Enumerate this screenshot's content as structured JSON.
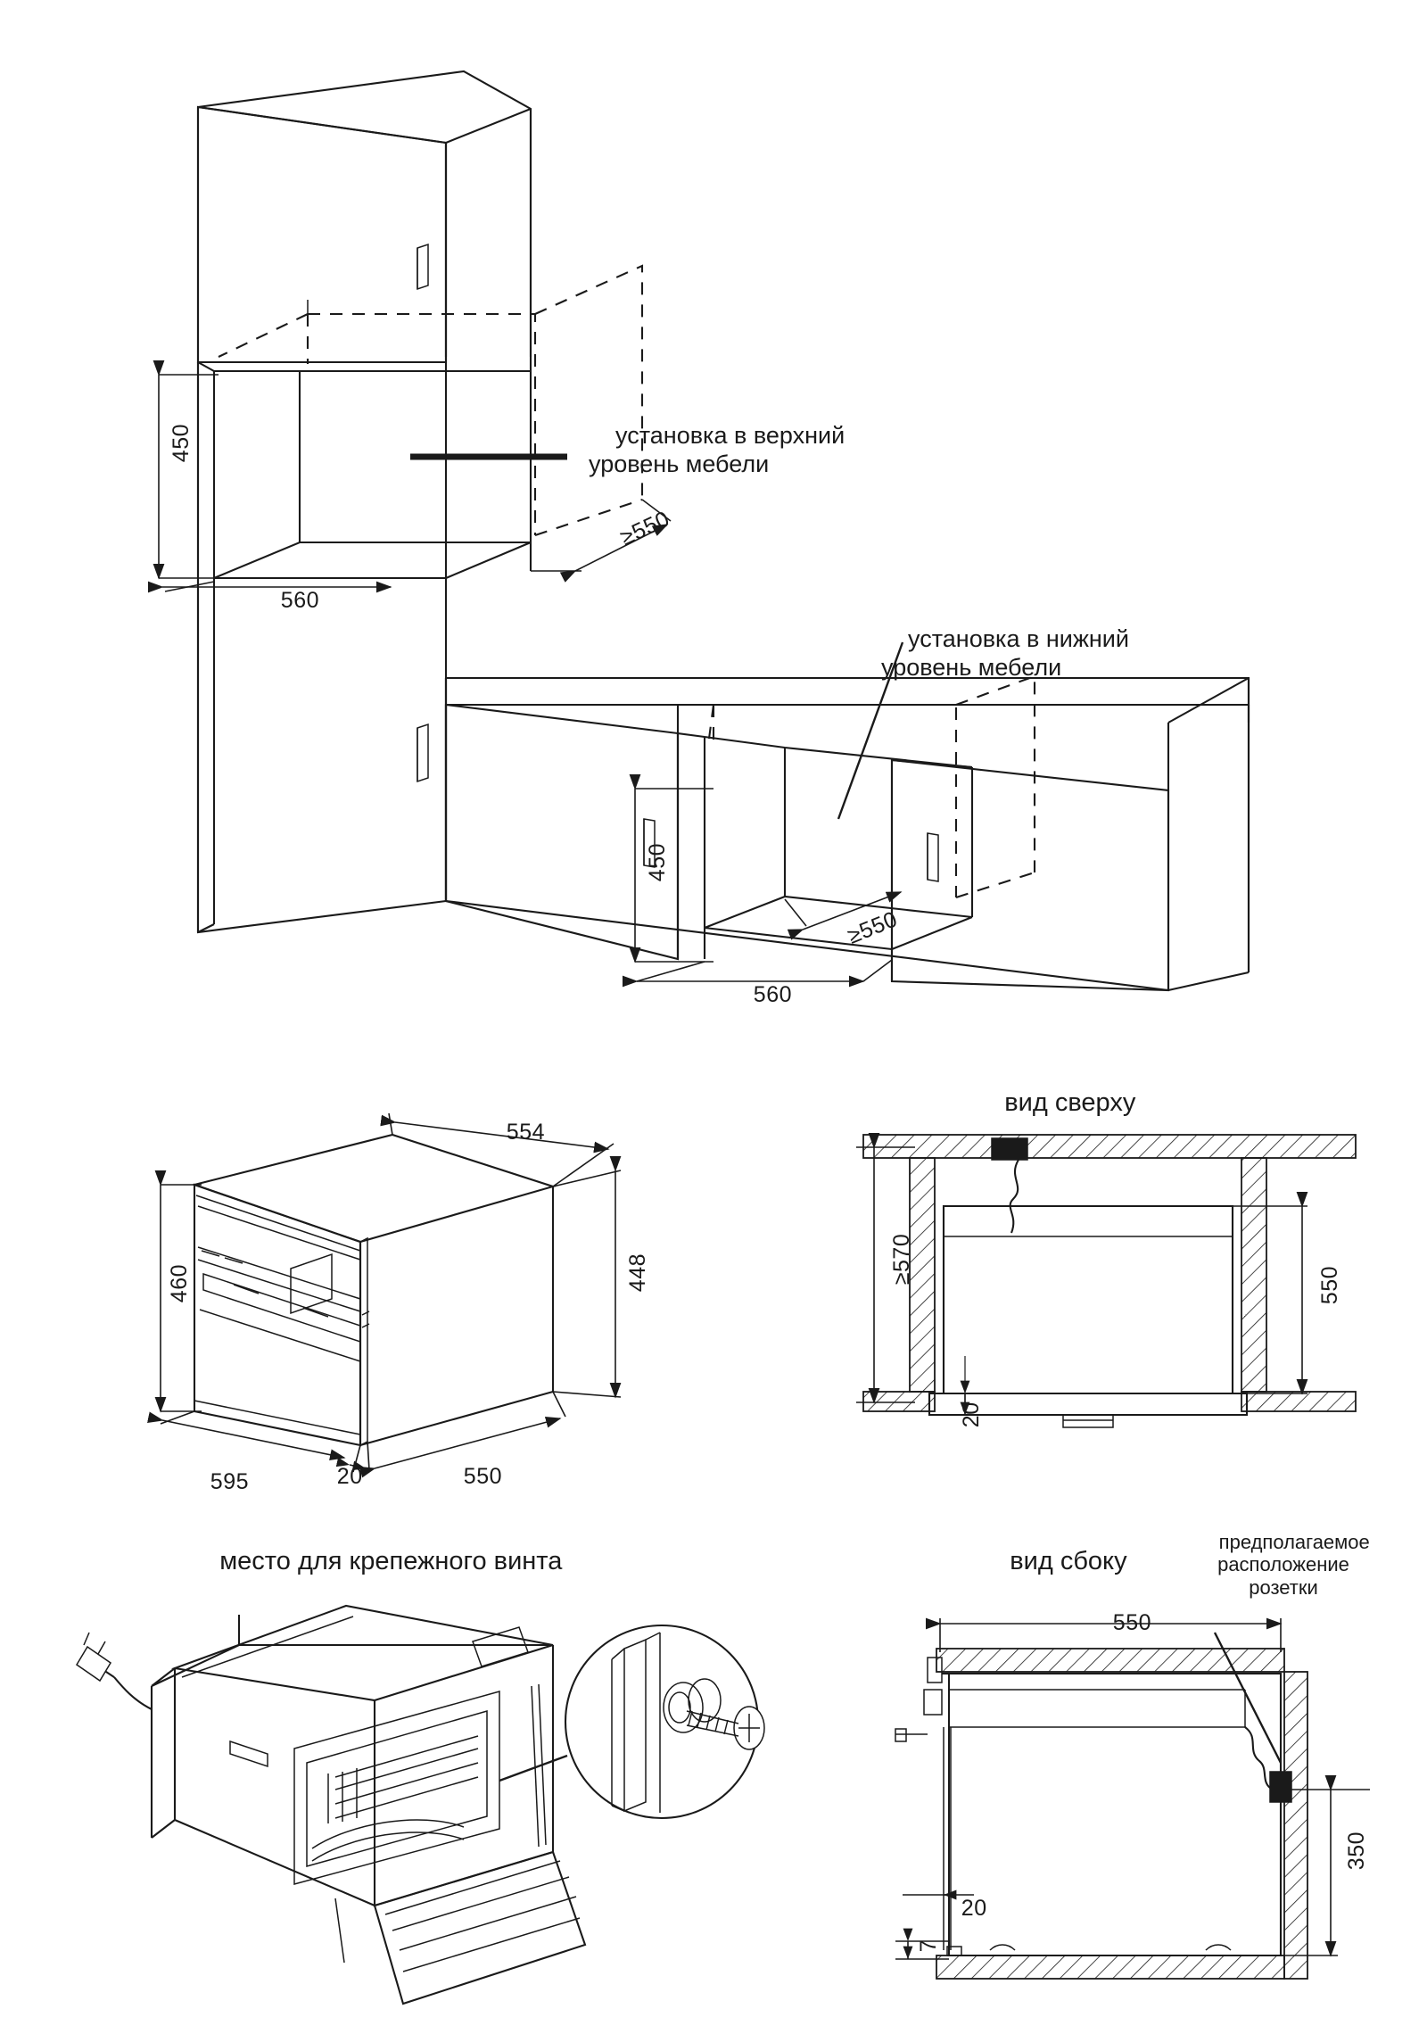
{
  "document": {
    "type": "installation-diagram",
    "subject": "built-in oven cabinet installation drawing",
    "language": "ru",
    "units": "mm"
  },
  "annotations": {
    "upper_install": "установка в верхний\nуровень мебели",
    "lower_install": "установка в нижний\nуровень мебели",
    "screw_heading": "место для крепежного винта",
    "top_view_heading": "вид сверху",
    "side_view_heading": "вид сбоку",
    "socket_note": "предполагаемое\nрасположение\nрозетки"
  },
  "cabinet_upper": {
    "height": "450",
    "width": "560",
    "depth": "≥550"
  },
  "cabinet_lower": {
    "height": "450",
    "width": "560",
    "depth": "≥550"
  },
  "oven_front": {
    "top_depth": "554",
    "left_height": "460",
    "right_height": "448",
    "front_width": "595",
    "door_thickness": "20",
    "body_depth": "550"
  },
  "top_view": {
    "niche_width": "≥570",
    "body_width": "550",
    "front_offset": "20"
  },
  "side_view": {
    "depth": "550",
    "socket_height": "350",
    "door_thickness": "20",
    "foot_gap": "7"
  },
  "colors": {
    "line": "#1a1a1a",
    "background": "#ffffff"
  }
}
